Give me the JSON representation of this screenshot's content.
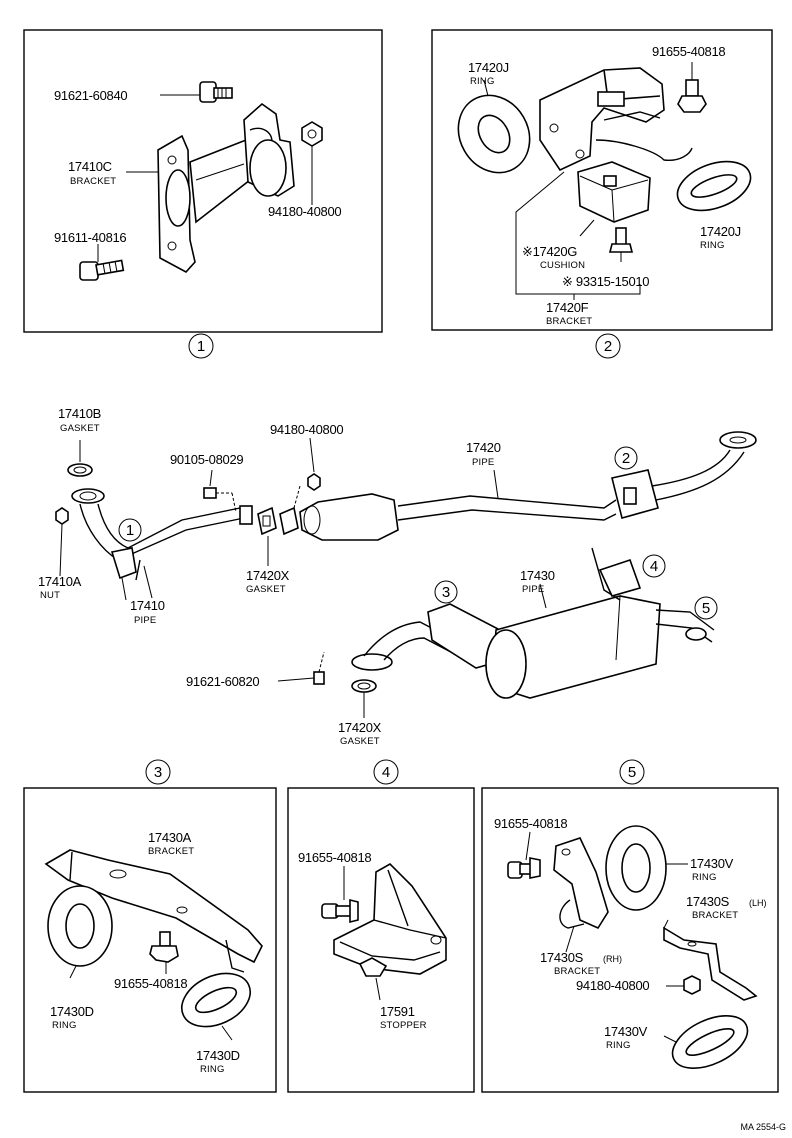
{
  "callouts": {
    "c1": "1",
    "c2": "2",
    "c3": "3",
    "c4": "4",
    "c5": "5"
  },
  "panel1": {
    "bolt_top": "91621-60840",
    "bracket": {
      "number": "17410C",
      "name": "BRACKET"
    },
    "nut": "94180-40800",
    "bolt_bottom": "91611-40816"
  },
  "panel2": {
    "ring_top": {
      "number": "17420J",
      "name": "RING"
    },
    "bolt": "91655-40818",
    "ring_right": {
      "number": "17420J",
      "name": "RING"
    },
    "cushion": {
      "number": "※17420G",
      "name": "CUSHION"
    },
    "bolt_cushion": "※ 93315-15010",
    "bracket": {
      "number": "17420F",
      "name": "BRACKET"
    }
  },
  "main": {
    "gasket_front": {
      "number": "17410B",
      "name": "GASKET"
    },
    "nut": "94180-40800",
    "center_pipe": {
      "number": "17420",
      "name": "PIPE"
    },
    "bolt_flange": "90105-08029",
    "nut_front": {
      "number": "17410A",
      "name": "NUT"
    },
    "front_pipe": {
      "number": "17410",
      "name": "PIPE"
    },
    "gasket_mid": {
      "number": "17420X",
      "name": "GASKET"
    },
    "tail_pipe": {
      "number": "17430",
      "name": "PIPE"
    },
    "bolt_rear": "91621-60820",
    "gasket_rear": {
      "number": "17420X",
      "name": "GASKET"
    }
  },
  "panel3": {
    "bracket": {
      "number": "17430A",
      "name": "BRACKET"
    },
    "bolt": "91655-40818",
    "ring_left": {
      "number": "17430D",
      "name": "RING"
    },
    "ring_bottom": {
      "number": "17430D",
      "name": "RING"
    }
  },
  "panel4": {
    "bolt": "91655-40818",
    "stopper": {
      "number": "17591",
      "name": "STOPPER"
    }
  },
  "panel5": {
    "bolt": "91655-40818",
    "ring_upper": {
      "number": "17430V",
      "name": "RING"
    },
    "bracket_lh": {
      "number": "17430S",
      "side": "(LH)",
      "name": "BRACKET"
    },
    "bracket_rh": {
      "number": "17430S",
      "side": "(RH)",
      "name": "BRACKET"
    },
    "nut": "94180-40800",
    "ring_lower": {
      "number": "17430V",
      "name": "RING"
    }
  },
  "footer": {
    "ref": "MA 2554-G"
  }
}
